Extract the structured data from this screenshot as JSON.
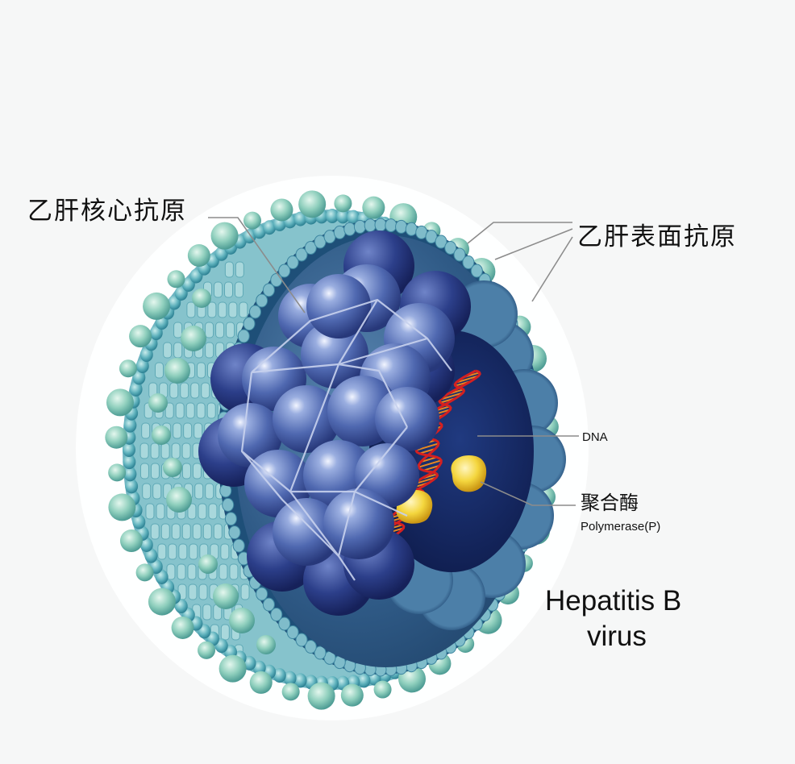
{
  "labels": {
    "core_antigen": "乙肝核心抗原",
    "surface_antigen": "乙肝表面抗原",
    "dna": "DNA",
    "polymerase_cn": "聚合酶",
    "polymerase_en": "Polymerase(P)",
    "title_line1": "Hepatitis B",
    "title_line2": "virus"
  },
  "colors": {
    "background": "#f6f7f7",
    "envelope": "#5aa6b6",
    "envelope_light": "#9cd2d4",
    "capsid": "#4d68ad",
    "capsid_dark": "#1f3273",
    "dna_strand": "#d42020",
    "dna_rung": "#e88820",
    "polymerase": "#f2d23a"
  }
}
